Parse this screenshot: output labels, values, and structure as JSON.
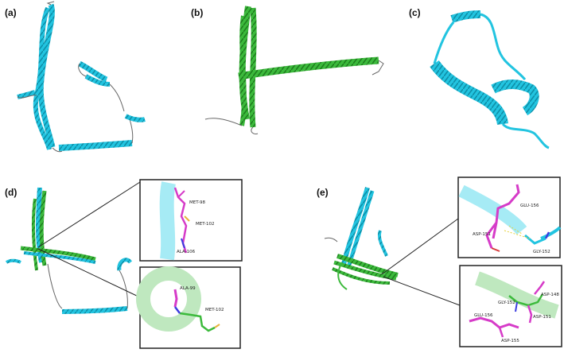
{
  "panels": {
    "a": {
      "label": "(a)"
    },
    "b": {
      "label": "(b)"
    },
    "c": {
      "label": "(c)"
    },
    "d": {
      "label": "(d)",
      "inset_top": {
        "residues": [
          "MET-98",
          "MET-102",
          "ALA-106"
        ]
      },
      "inset_bottom": {
        "residues": [
          "ALA-99",
          "MET-102"
        ]
      }
    },
    "e": {
      "label": "(e)",
      "inset_top": {
        "residues": [
          "GLU-156",
          "ASP-151",
          "GLY-152"
        ]
      },
      "inset_bottom": {
        "residues": [
          "ASP-148",
          "GLY-152",
          "ASP-151",
          "GLU-156",
          "ASP-155"
        ]
      }
    }
  },
  "colors": {
    "cyan_chain": "#22c4e0",
    "green_chain": "#3cba3c",
    "magenta_residue": "#d63bc8",
    "hbond": "#e6d23a"
  }
}
